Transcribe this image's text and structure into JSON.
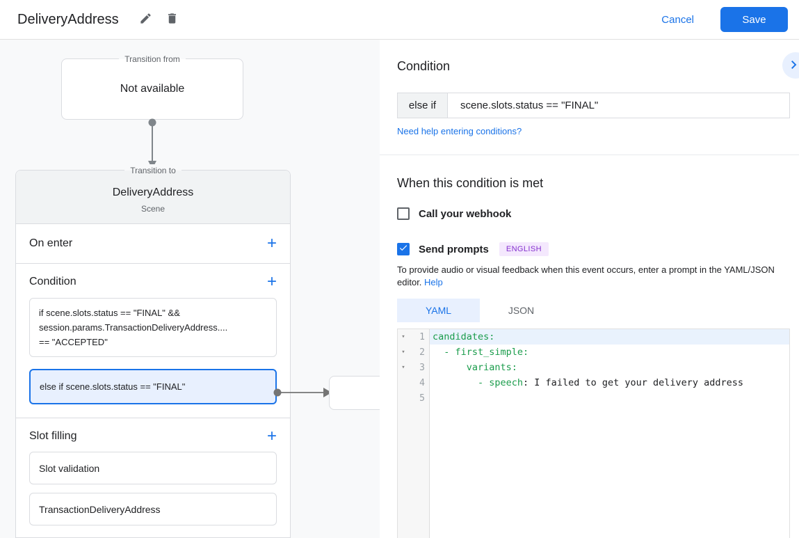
{
  "header": {
    "title": "DeliveryAddress",
    "cancel_label": "Cancel",
    "save_label": "Save"
  },
  "diagram": {
    "transition_from": {
      "label": "Transition from",
      "content": "Not available"
    },
    "transition_to": {
      "label": "Transition to",
      "title": "DeliveryAddress",
      "subtitle": "Scene"
    },
    "sections": {
      "on_enter": "On enter",
      "condition": "Condition",
      "slot_filling": "Slot filling"
    },
    "conditions": [
      {
        "text": "if scene.slots.status == \"FINAL\" &&\nsession.params.TransactionDeliveryAddress....\n== \"ACCEPTED\""
      },
      {
        "text": "else if scene.slots.status == \"FINAL\""
      }
    ],
    "slots": [
      "Slot validation",
      "TransactionDeliveryAddress"
    ]
  },
  "panel": {
    "heading": "Condition",
    "condition_type": "else if",
    "condition_value": "scene.slots.status == \"FINAL\"",
    "help_link": "Need help entering conditions?",
    "when_heading": "When this condition is met",
    "webhook_label": "Call your webhook",
    "prompts_label": "Send prompts",
    "language_badge": "ENGLISH",
    "description": "To provide audio or visual feedback when this event occurs, enter a prompt in the YAML/JSON editor.",
    "description_link": "Help",
    "tabs": [
      {
        "label": "YAML",
        "active": true
      },
      {
        "label": "JSON",
        "active": false
      }
    ],
    "editor": {
      "lines": [
        {
          "num": "1",
          "fold_icon": "▾",
          "green": "candidates:",
          "plain": "",
          "active": true
        },
        {
          "num": "2",
          "fold_icon": "▾",
          "green": "  - first_simple:",
          "plain": ""
        },
        {
          "num": "3",
          "fold_icon": "▾",
          "green": "      variants:",
          "plain": ""
        },
        {
          "num": "4",
          "fold_icon": "",
          "green": "        - speech",
          "plain": ": I failed to get your delivery address"
        },
        {
          "num": "5",
          "fold_icon": "",
          "green": "",
          "plain": ""
        }
      ]
    }
  },
  "colors": {
    "accent_blue": "#1a73e8",
    "selected_condition_bg": "#e8f0fe",
    "yaml_key_green": "#1a9c4b",
    "language_badge_bg": "#f4e8fd",
    "language_badge_text": "#8430ce",
    "canvas_bg": "#f8f9fa",
    "active_code_line_bg": "#e9f2fd"
  }
}
